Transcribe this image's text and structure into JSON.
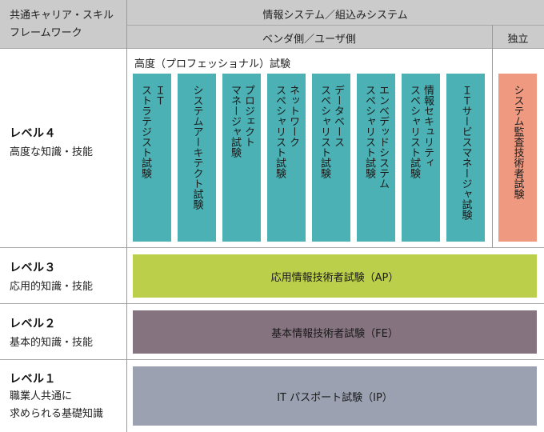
{
  "header": {
    "framework_label_line1": "共通キャリア・スキル",
    "framework_label_line2": "フレームワーク",
    "top_span_label": "情報システム／組込みシステム",
    "vendor_user_label": "ベンダ側／ユーザ側",
    "independent_label": "独立"
  },
  "levels": [
    {
      "title": "レベル４",
      "desc_line1": "高度な知識・技能",
      "desc_line2": ""
    },
    {
      "title": "レベル３",
      "desc_line1": "応用的知識・技能",
      "desc_line2": ""
    },
    {
      "title": "レベル２",
      "desc_line1": "基本的知識・技能",
      "desc_line2": ""
    },
    {
      "title": "レベル１",
      "desc_line1": "職業人共通に",
      "desc_line2": "求められる基礎知識"
    }
  ],
  "advanced": {
    "group_label": "高度（プロフェッショナル）試験",
    "exams": [
      {
        "label": "ITストラテジスト試験",
        "display": "ＩＴ\nストラテジスト試験"
      },
      {
        "label": "システムアーキテクト試験",
        "display": "システムアーキテクト試験"
      },
      {
        "label": "プロジェクトマネージャ試験",
        "display": "プロジェクト\nマネージャ試験"
      },
      {
        "label": "ネットワークスペシャリスト試験",
        "display": "ネットワーク\nスペシャリスト試験"
      },
      {
        "label": "データベーススペシャリスト試験",
        "display": "データベース\nスペシャリスト試験"
      },
      {
        "label": "エンベデッドシステムスペシャリスト試験",
        "display": "エンベデッドシステム\nスペシャリスト試験"
      },
      {
        "label": "情報セキュリティスペシャリスト試験",
        "display": "情報セキュリティ\nスペシャリスト試験"
      },
      {
        "label": "ITサービスマネージャ試験",
        "display": "ＩＴサービスマネージャ試験"
      }
    ],
    "independent_exam": {
      "label": "システム監査技術者試験",
      "display": "システム監査技術者試験"
    }
  },
  "exams": {
    "level3": "応用情報技術者試験（AP）",
    "level2": "基本情報技術者試験（FE）",
    "level1": "IT パスポート試験（IP）"
  },
  "colors": {
    "header_bg": "#cbcbcb",
    "advanced": "#4bb1b4",
    "independent": "#ef9a80",
    "level3": "#bccf4a",
    "level2": "#85737f",
    "level1": "#9ba1b1"
  }
}
